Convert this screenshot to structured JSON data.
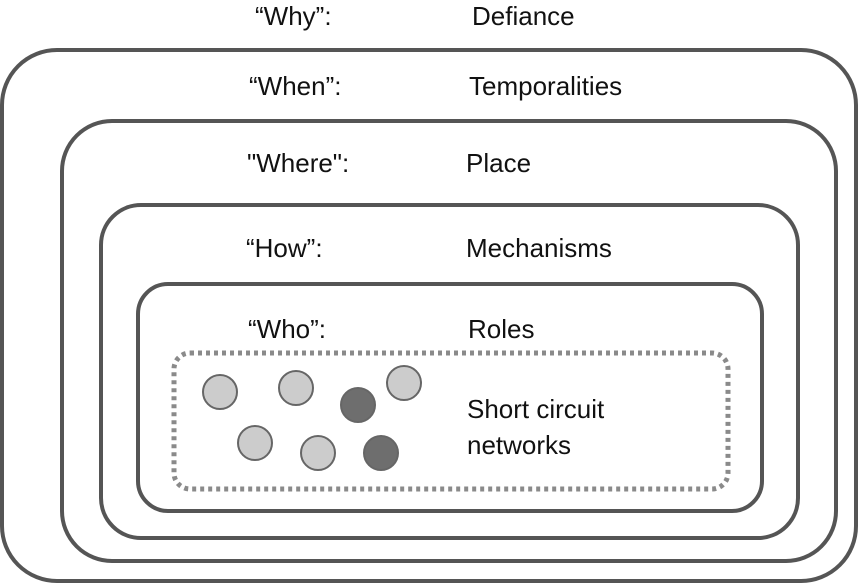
{
  "levels": [
    {
      "question": "“Why”:",
      "answer": "Defiance"
    },
    {
      "question": "“When”:",
      "answer": "Temporalities"
    },
    {
      "question": "\"Where\":",
      "answer": "Place"
    },
    {
      "question": "“How”:",
      "answer": "Mechanisms"
    },
    {
      "question": "“Who”:",
      "answer": "Roles"
    }
  ],
  "network": {
    "label_line1": "Short circuit",
    "label_line2": "networks",
    "node_light_color": "#cccccc",
    "node_dark_color": "#6e6e6e",
    "node_stroke_color": "#666666"
  }
}
